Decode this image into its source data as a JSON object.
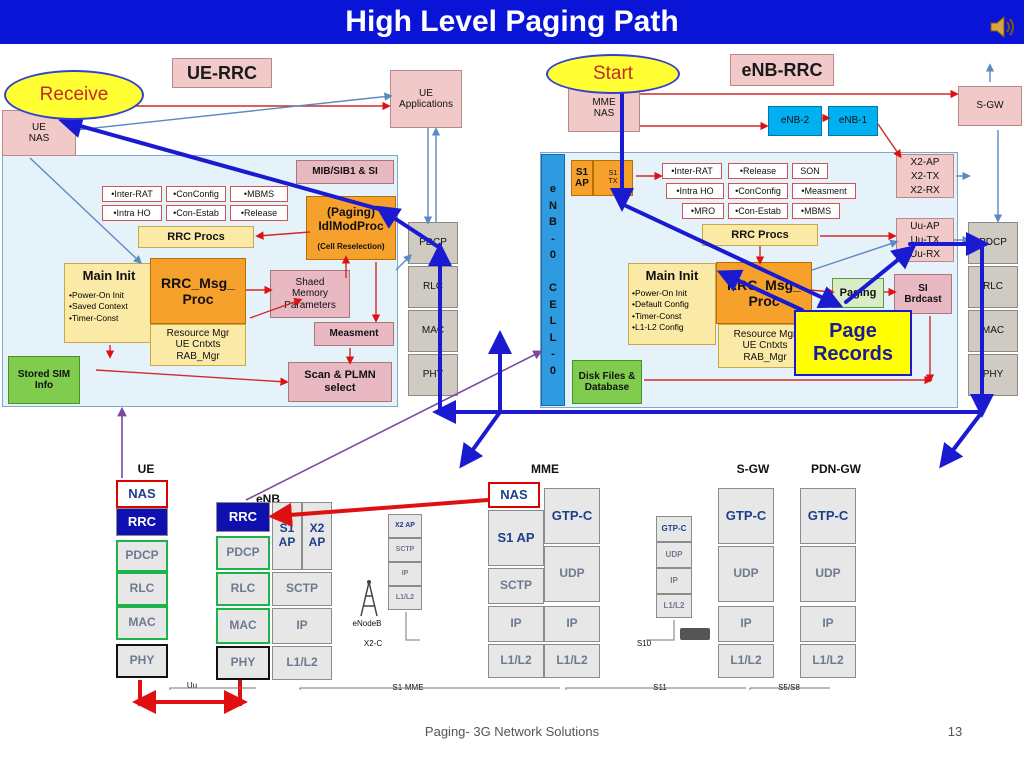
{
  "title": "High Level Paging Path",
  "ue_rrc": {
    "heading": "UE-RRC",
    "ue_nas": "UE\nNAS",
    "ue_apps": "UE\nApplications",
    "mib": "MIB/SIB1 & SI",
    "features": [
      "•Inter-RAT",
      "•ConConfig",
      "•MBMS",
      "•Intra HO",
      "•Con-Estab",
      "•Release"
    ],
    "paging_proc": "(Paging)\nIdlModProc",
    "cell_resel": "(Cell Reselection)",
    "rrc_procs": "RRC Procs",
    "main_init": "Main Init",
    "main_init_items": "•Power-On Init\n•Saved Context\n•Timer-Const",
    "msg_proc": "RRC_Msg_\nProc",
    "shaed": "Shaed\nMemory\nParameters",
    "measment": "Measment",
    "res_mgr": "Resource Mgr\nUE Cntxts\nRAB_Mgr",
    "stored_sim": "Stored SIM\nInfo",
    "scan": "Scan & PLMN\nselect",
    "stack": [
      "PDCP",
      "RLC",
      "MAC",
      "PHY"
    ]
  },
  "enb_rrc": {
    "heading": "eNB-RRC",
    "mme_nas": "MME\nNAS",
    "sgw": "S-GW",
    "enb2": "eNB-2",
    "enb1": "eNB-1",
    "x2": [
      "X2-AP",
      "X2-TX",
      "X2-RX"
    ],
    "uu": [
      "Uu-AP",
      "Uu-TX",
      "Uu-RX"
    ],
    "vert_label": "e\nN\nB\n-\n0\n\nC\nE\nL\nL\n-\n0",
    "s1": "S1\nAP",
    "s1tx": "S1\nTX",
    "features": [
      "•Inter-RAT",
      "•Release",
      "SON",
      "•Intra HO",
      "•ConConfig",
      "•Measment",
      "•MRO",
      "•Con-Estab",
      "•MBMS"
    ],
    "rrc_procs": "RRC Procs",
    "main_init": "Main Init",
    "main_init_items": "•Power-On Init\n•Default Config\n•Timer-Const\n•L1-L2 Config",
    "msg_proc": "RRC_Msg_\nProc",
    "paging": "Paging",
    "si": "SI\nBrdcast",
    "res_mgr": "Resource Mgr\nUE Cntxts\nRAB_Mgr",
    "disk": "Disk Files &\nDatabase",
    "stack": [
      "PDCP",
      "RLC",
      "MAC",
      "PHY"
    ]
  },
  "callouts": {
    "receive": "Receive",
    "start": "Start",
    "page_records": "Page\nRecords"
  },
  "network": {
    "ue_label": "UE",
    "enb_label": "eNB",
    "mme_label": "MME",
    "sgw_label": "S-GW",
    "pdngw_label": "PDN-GW",
    "ue_stack": [
      "NAS",
      "RRC",
      "PDCP",
      "RLC",
      "MAC",
      "PHY"
    ],
    "enb_stack": [
      "RRC",
      "PDCP",
      "RLC",
      "MAC",
      "PHY"
    ],
    "enb_side": [
      "S1\nAP",
      "X2\nAP",
      "SCTP",
      "IP",
      "L1/L2"
    ],
    "enb_small": [
      "X2 AP",
      "SCTP",
      "IP",
      "L1/L2"
    ],
    "enodeb": "eNodeB",
    "mme_stack": [
      "NAS",
      "S1 AP",
      "GTP-C",
      "SCTP",
      "UDP",
      "IP",
      "IP",
      "L1/L2",
      "L1/L2"
    ],
    "mme_small": [
      "GTP-C",
      "UDP",
      "IP",
      "L1/L2"
    ],
    "sgw_stack": [
      "GTP-C",
      "UDP",
      "IP",
      "L1/L2"
    ],
    "pdngw_stack": [
      "GTP-C",
      "UDP",
      "IP",
      "L1/L2"
    ],
    "ifaces": [
      "Uu",
      "X2-C",
      "S1-MME",
      "S10",
      "S11",
      "S5/S8"
    ]
  },
  "footer": {
    "text": "Paging- 3G Network Solutions",
    "page": "13"
  },
  "colors": {
    "title_bar": "#0a14d6",
    "arrow_blue": "#1a1ad0",
    "arrow_red": "#e01010"
  }
}
